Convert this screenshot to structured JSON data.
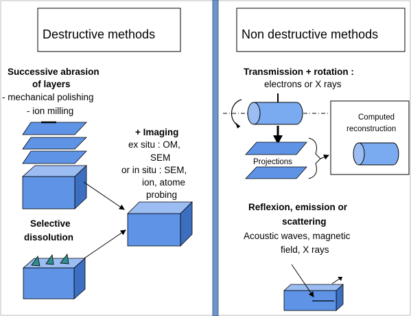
{
  "left_panel": {
    "title": "Destructive methods",
    "abrasion_heading_line1": "Successive abrasion",
    "abrasion_heading_line2": "of layers",
    "abrasion_item1": "- mechanical polishing",
    "abrasion_item2": "- ion milling",
    "imaging_heading": "+ Imaging",
    "imaging_line1": "ex situ :  OM,",
    "imaging_line2": "SEM",
    "imaging_line3": "or in situ : SEM,",
    "imaging_line4": "ion, atome",
    "imaging_line5": "probing",
    "selective_line1": "Selective",
    "selective_line2": "dissolution"
  },
  "right_panel": {
    "title": "Non destructive methods",
    "transmission_heading": "Transmission + rotation :",
    "transmission_sub": "electrons or X rays",
    "computed_line1": "Computed",
    "computed_line2": "reconstruction",
    "projections_label": "Projections",
    "reflexion_line1": "Reflexion, emission or",
    "reflexion_line2": "scattering",
    "reflexion_desc_line1": "Acoustic waves, magnetic",
    "reflexion_desc_line2": "field, X rays"
  },
  "colors": {
    "divider": "#6f95c9",
    "shape_fill": "#5e93e6",
    "shape_top": "#9cbdf2",
    "shape_side": "#3d6fc0",
    "cylinder_fill": "#7aaaf0",
    "tip_fill": "#2f8f8f"
  }
}
